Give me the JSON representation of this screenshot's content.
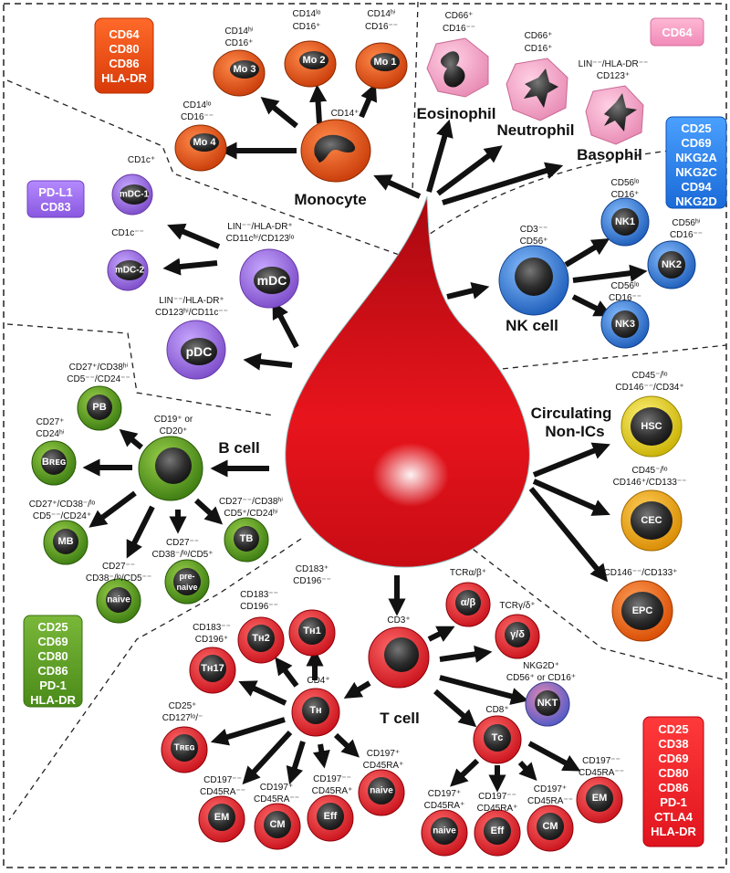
{
  "title": "Circulating immune and non-immune cells in blood",
  "colors": {
    "monocyte": "#e8501a",
    "dendritic": "#9b6fe0",
    "granulocyte": "#f2a6c8",
    "nk": "#3a86e0",
    "bcell": "#5a9a1e",
    "tcell": "#e8202a",
    "hsc": "#e8d020",
    "cec": "#eeaa20",
    "epc": "#ee6a18",
    "nkt": "#7a58c8",
    "nucleus": "#333333",
    "drop": "#d8141c"
  },
  "groups": {
    "monocyte": {
      "label": "Monocyte",
      "marker": "CD14⁺"
    },
    "nk": {
      "label": "NK cell",
      "marker1": "CD3⁻⁻",
      "marker2": "CD56⁺"
    },
    "bcell": {
      "label": "B cell",
      "marker1": "CD19⁺ or",
      "marker2": "CD20⁺"
    },
    "tcell": {
      "label": "T cell",
      "marker": "CD3⁺"
    },
    "nonic": {
      "label1": "Circulating",
      "label2": "Non-ICs"
    },
    "mdc": {
      "label": "mDC",
      "marker1": "LIN⁻⁻/HLA-DR⁺",
      "marker2": "CD11cʰⁱ/CD123ˡᵒ"
    },
    "pdc": {
      "label": "pDC",
      "marker1": "LIN⁻⁻/HLA-DR⁺",
      "marker2": "CD123ʰⁱ/CD11c⁻⁻"
    },
    "th": {
      "label": "Tʜ",
      "marker": "CD4⁺"
    },
    "tc": {
      "label": "Tᴄ",
      "marker": "CD8⁺"
    }
  },
  "cells": {
    "mo1": {
      "label": "Mo 1",
      "m1": "CD14ʰⁱ",
      "m2": "CD16⁻⁻"
    },
    "mo2": {
      "label": "Mo 2",
      "m1": "CD14ˡᵒ",
      "m2": "CD16⁺"
    },
    "mo3": {
      "label": "Mo 3",
      "m1": "CD14ʰⁱ",
      "m2": "CD16⁺"
    },
    "mo4": {
      "label": "Mo 4",
      "m1": "CD14ˡᵒ",
      "m2": "CD16⁻⁻"
    },
    "eos": {
      "label": "Eosinophil",
      "m1": "CD66⁺",
      "m2": "CD16⁻⁻"
    },
    "neu": {
      "label": "Neutrophil",
      "m1": "CD66⁺",
      "m2": "CD16⁺"
    },
    "baso": {
      "label": "Basophil",
      "m1": "LIN⁻⁻/HLA-DR⁻⁻",
      "m2": "CD123⁺"
    },
    "mdc1": {
      "label": "mDC-1",
      "m1": "CD1c⁺"
    },
    "mdc2": {
      "label": "mDC-2",
      "m1": "CD1c⁻⁻"
    },
    "nk1": {
      "label": "NK1",
      "m1": "CD56ˡᵒ",
      "m2": "CD16⁺"
    },
    "nk2": {
      "label": "NK2",
      "m1": "CD56ʰⁱ",
      "m2": "CD16⁻⁻"
    },
    "nk3": {
      "label": "NK3",
      "m1": "CD56ˡᵒ",
      "m2": "CD16⁻⁻"
    },
    "pb": {
      "label": "PB",
      "m1": "CD27⁺/CD38ʰⁱ",
      "m2": "CD5⁻⁻/CD24⁻⁻"
    },
    "breg": {
      "label": "Bʀᴇɢ",
      "m1": "CD27⁺",
      "m2": "CD24ʰⁱ"
    },
    "mb": {
      "label": "MB",
      "m1": "CD27⁺/CD38⁻/ˡᵒ",
      "m2": "CD5⁻⁻/CD24⁺"
    },
    "bnaive": {
      "label": "naive",
      "m1": "CD27⁻⁻",
      "m2": "CD38⁻/ˡᵒ/CD5⁻⁻"
    },
    "prenaive": {
      "label1": "pre-",
      "label2": "naive",
      "m1": "CD27⁻⁻",
      "m2": "CD38⁻/ˡᵒ/CD5⁺"
    },
    "tb": {
      "label": "TB",
      "m1": "CD27⁻⁻/CD38ʰⁱ",
      "m2": "CD5⁺/CD24ʰⁱ"
    },
    "hsc": {
      "label": "HSC",
      "m1": "CD45⁻/ˡᵒ",
      "m2": "CD146⁻⁻/CD34⁺"
    },
    "cec": {
      "label": "CEC",
      "m1": "CD45⁻/ˡᵒ",
      "m2": "CD146⁺/CD133⁻⁻"
    },
    "epc": {
      "label": "EPC",
      "m1": "CD146⁻⁻/CD133⁺"
    },
    "ab": {
      "label": "α/β",
      "m1": "TCRα/β⁺"
    },
    "gd": {
      "label": "γ/δ",
      "m1": "TCRγ/δ⁺"
    },
    "nkt": {
      "label": "NKT",
      "m1": "NKG2D⁺",
      "m2": "CD56⁺ or CD16⁺"
    },
    "th1": {
      "label": "Tʜ1",
      "m1": "CD183⁺",
      "m2": "CD196⁻⁻"
    },
    "th2": {
      "label": "Tʜ2",
      "m1": "CD183⁻⁻",
      "m2": "CD196⁻⁻"
    },
    "th17": {
      "label": "Tʜ17",
      "m1": "CD183⁻⁻",
      "m2": "CD196⁺"
    },
    "treg": {
      "label": "Tʀᴇɢ",
      "m1": "CD25⁺",
      "m2": "CD127ˡᵒ/⁻"
    },
    "th_em": {
      "label": "EM",
      "m1": "CD197⁻⁻",
      "m2": "CD45RA⁻⁻"
    },
    "th_cm": {
      "label": "CM",
      "m1": "CD197⁺",
      "m2": "CD45RA⁻⁻"
    },
    "th_eff": {
      "label": "Eff",
      "m1": "CD197⁻⁻",
      "m2": "CD45RA⁺"
    },
    "th_naive": {
      "label": "naive",
      "m1": "CD197⁺",
      "m2": "CD45RA⁺"
    },
    "tc_naive": {
      "label": "naive",
      "m1": "CD197⁺",
      "m2": "CD45RA⁺"
    },
    "tc_eff": {
      "label": "Eff",
      "m1": "CD197⁻⁻",
      "m2": "CD45RA⁺"
    },
    "tc_cm": {
      "label": "CM",
      "m1": "CD197⁺",
      "m2": "CD45RA⁻⁻"
    },
    "tc_em": {
      "label": "EM",
      "m1": "CD197⁻⁻",
      "m2": "CD45RA⁻⁻"
    }
  },
  "marker_boxes": {
    "monocyte": [
      "CD64",
      "CD80",
      "CD86",
      "HLA-DR"
    ],
    "dendritic": [
      "PD-L1",
      "CD83"
    ],
    "granulocyte": [
      "CD64"
    ],
    "nk": [
      "CD25",
      "CD69",
      "NKG2A",
      "NKG2C",
      "CD94",
      "NKG2D"
    ],
    "bcell": [
      "CD25",
      "CD69",
      "CD80",
      "CD86",
      "PD-1",
      "HLA-DR"
    ],
    "tcell": [
      "CD25",
      "CD38",
      "CD69",
      "CD80",
      "CD86",
      "PD-1",
      "CTLA4",
      "HLA-DR"
    ]
  }
}
